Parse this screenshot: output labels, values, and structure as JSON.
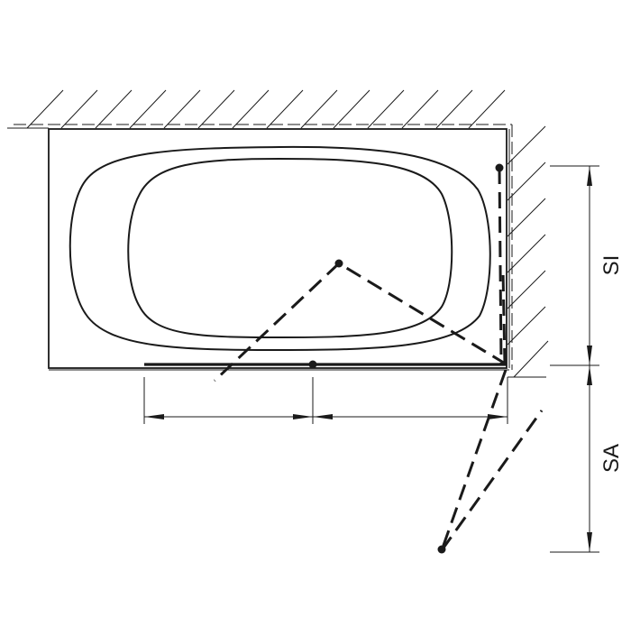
{
  "diagram": {
    "title": "Bathtub shower screen plan view",
    "colors": {
      "line": "#1a1a1a",
      "background": "#ffffff"
    },
    "labels": {
      "dimension_si": "SI",
      "dimension_sa": "SA"
    },
    "elements": [
      "wall-hatching-top",
      "wall-hatching-right",
      "bathtub-outline",
      "tub-outer-oval",
      "tub-inner-oval",
      "fixed-panel",
      "swing-panel-positions",
      "pivot-points",
      "dimension-width",
      "dimension-si",
      "dimension-sa"
    ]
  }
}
